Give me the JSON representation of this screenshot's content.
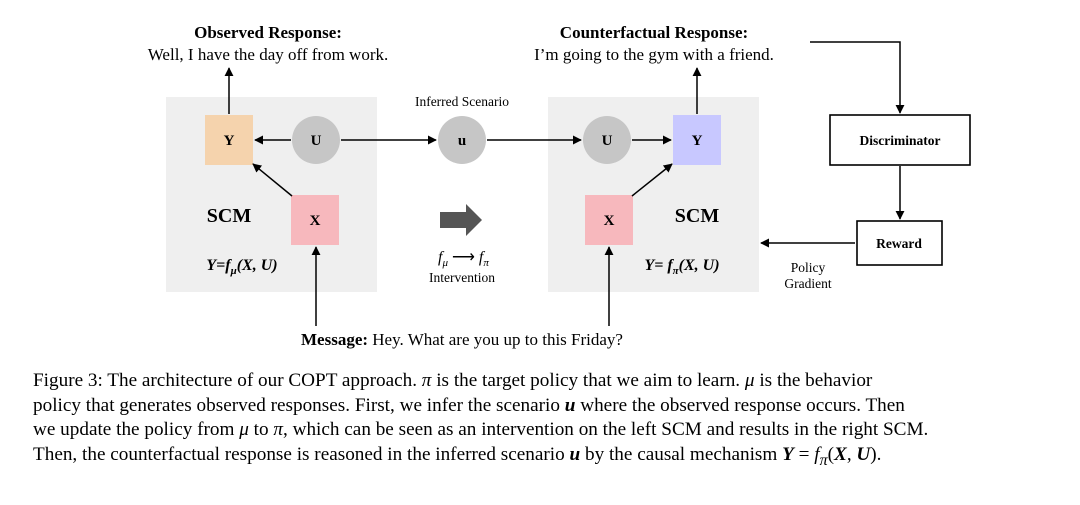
{
  "figure": {
    "observed": {
      "title": "Observed Response:",
      "text": "Well, I have the day off from work."
    },
    "counterfactual": {
      "title": "Counterfactual Response:",
      "text": "I’m going to the gym with a friend."
    },
    "inferred_scenario_label": "Inferred Scenario",
    "nodes": {
      "Y": "Y",
      "U": "U",
      "u": "u",
      "X": "X"
    },
    "scm_label": "SCM",
    "left_equation": {
      "lhs": "Y=f",
      "sub": "μ",
      "rhs": "(X, U)"
    },
    "right_equation": {
      "lhs": "Y= f",
      "sub": "π",
      "rhs": "(X, U)"
    },
    "intervention": {
      "f": "f",
      "from_sub": "μ",
      "to_sub": "π",
      "label": "Intervention"
    },
    "discriminator": "Discriminator",
    "reward": "Reward",
    "policy_gradient": [
      "Policy",
      "Gradient"
    ],
    "message": {
      "label": "Message:",
      "text": "Hey. What are you up to this Friday?"
    },
    "colors": {
      "scm_bg": "#efefef",
      "y_left": "#f5d3ad",
      "y_right": "#c8c8ff",
      "x_box": "#f7b8bd",
      "u_node": "#c6c6c6",
      "arrow_block": "#555555"
    }
  },
  "caption": {
    "l1_a": "Figure 3:  The architecture of our COPT approach. ",
    "pi": "π",
    "l1_b": " is the target policy that we aim to learn. ",
    "mu": "μ",
    "l1_c": " is the behavior",
    "l2_a": "policy that generates observed responses. First, we infer the scenario ",
    "u_bold": "u",
    "l2_b": " where the observed response occurs. Then",
    "l3_a": "we update the policy from ",
    "l3_b": " to ",
    "l3_c": ", which can be seen as an intervention on the left SCM and results in the right SCM.",
    "l4_a": "Then, the counterfactual response is reasoned in the inferred scenario ",
    "l4_b": " by the causal mechanism ",
    "Y_bold": "Y",
    "eq": " = ",
    "f": "f",
    "paren_open": "(",
    "X_bold": "X",
    "comma": ", ",
    "U_bold": "U",
    "paren_close": ")."
  }
}
